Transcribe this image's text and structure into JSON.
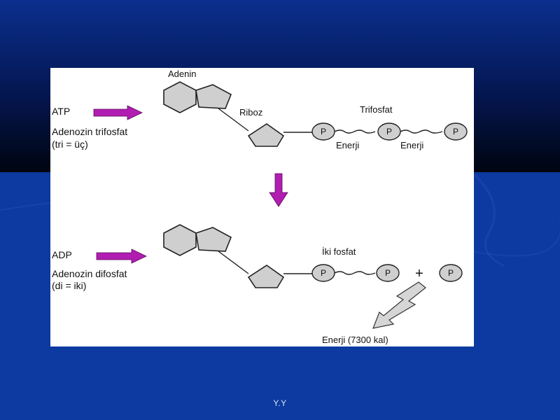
{
  "slide": {
    "colors": {
      "dark": "#000814",
      "blue": "#0d3aa0",
      "accent": "#b01db0"
    }
  },
  "atp": {
    "name": "ATP",
    "full_name": "Adenozin trifosfat",
    "note": "(tri = üç)",
    "adenine_label": "Adenin",
    "ribose_label": "Riboz",
    "phosphate_group_label": "Trifosfat",
    "phosphate_symbol": "P",
    "energy_labels": [
      "Enerji",
      "Enerji"
    ]
  },
  "adp": {
    "name": "ADP",
    "full_name": "Adenozin difosfat",
    "note": "(di = iki)",
    "phosphate_group_label": "İki fosfat",
    "phosphate_symbol": "P",
    "plus_sign": "+",
    "released_energy": "Enerji (7300 kal)"
  },
  "footer": {
    "text": "Y.Y"
  }
}
